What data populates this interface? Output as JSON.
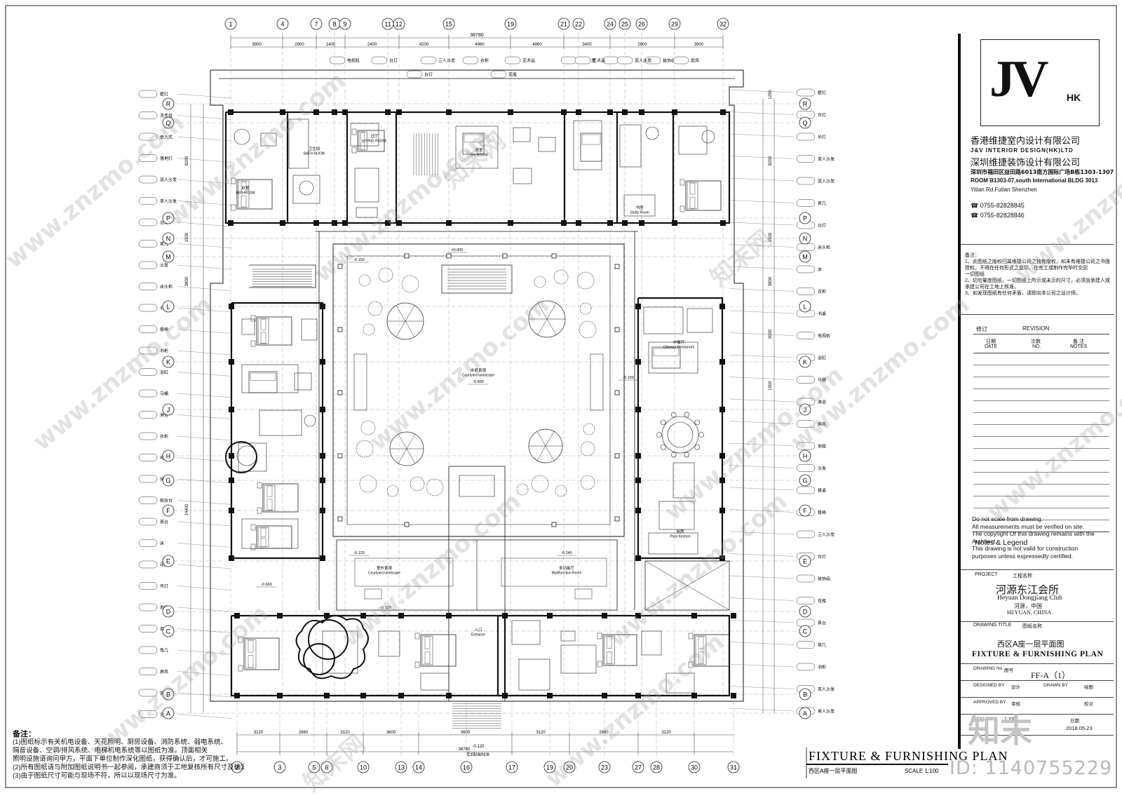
{
  "grid": {
    "top_axes": [
      "1",
      "4",
      "7",
      "8",
      "9",
      "11",
      "12",
      "15",
      "19",
      "21",
      "22",
      "24",
      "25",
      "26",
      "29",
      "32"
    ],
    "bottom_axes": [
      "2",
      "3",
      "5",
      "6",
      "10",
      "13",
      "14",
      "16",
      "17",
      "19",
      "20",
      "23",
      "27",
      "28",
      "30",
      "31"
    ],
    "row_axes": [
      "R",
      "Q",
      "P",
      "N",
      "M",
      "L",
      "K",
      "J",
      "H",
      "G",
      "F",
      "E",
      "D",
      "C",
      "B",
      "A"
    ],
    "overall_dim": "38780",
    "top_dims": [
      "3900",
      "2900",
      "1400",
      "2400",
      "4200",
      "4960",
      "4960",
      "3400",
      "2900",
      "3900"
    ],
    "bottom_dims": [
      "3120",
      "2880",
      "3120",
      "3600",
      "3600",
      "3120",
      "2880",
      "3120"
    ],
    "bottom_total": "38780",
    "left_dims": [
      "8200",
      "1500",
      "3800",
      "14400"
    ],
    "right_dims": [
      "1250",
      "8200",
      "1500",
      "3800",
      "2000",
      "1900"
    ]
  },
  "rooms": [
    {
      "cn": "卫生间",
      "en": "BATH ROOM"
    },
    {
      "cn": "卧室",
      "en": "BED ROOM"
    },
    {
      "cn": "茶室",
      "en": "Tea ROOM"
    },
    {
      "cn": "过厅",
      "en": "LIVING ROOM"
    },
    {
      "cn": "书房",
      "en": "Study Room"
    },
    {
      "cn": "中庭景观",
      "en": "Courtyard landscape"
    },
    {
      "cn": "中餐厅",
      "en": "Chinese Restaurant"
    },
    {
      "cn": "厨房",
      "en": "Pass Kitchen"
    },
    {
      "cn": "室外景观",
      "en": "Courtyard landscape"
    },
    {
      "cn": "多功能厅",
      "en": "Multifunction Room"
    },
    {
      "cn": "入口",
      "en": "Entrance"
    }
  ],
  "levels": [
    "±0.000",
    "-0.600",
    "-0.150",
    "-0.120",
    "-0.240"
  ],
  "entrance_label": "Entrance",
  "entrance_level": "-0.120",
  "tags_left": [
    "壁灯",
    "洗手盆",
    "嵌入式",
    "落地灯",
    "双人沙发",
    "单人沙发",
    "台灯",
    "茶几",
    "沙发",
    "床头柜",
    "书桌",
    "餐椅",
    "书柜",
    "浴缸",
    "马桶",
    "淋浴",
    "衣柜",
    "电视机",
    "储物柜",
    "梳妆台",
    "茶台",
    "床",
    "花几",
    "吊灯",
    "地毯",
    "条案",
    "角几",
    "屏风",
    "玄关柜",
    "浴室柜"
  ],
  "tags_right": [
    "壁灯",
    "台灯",
    "吊灯",
    "单人沙发",
    "双人沙发",
    "茶几",
    "台灯",
    "床头柜",
    "床",
    "衣柜",
    "书桌",
    "电视机",
    "浴缸",
    "马桶",
    "淋浴",
    "屏风",
    "地毯",
    "沙发",
    "餐桌",
    "餐椅",
    "三人沙发",
    "台灯",
    "装饰画",
    "花瓶",
    "茶台",
    "茶几",
    "书柜",
    "双人沙发",
    "单人沙发"
  ],
  "tags_top": [
    "电视机",
    "台灯",
    "三人沙发",
    "衣柜",
    "艺术品",
    "单人沙发",
    "茶几",
    "装饰画",
    "艺术品",
    "双人沙发",
    "屏风",
    "台灯",
    "花瓶"
  ],
  "title_block": {
    "logo": "JV",
    "logo_sub": "HK",
    "company_cn_hk": "香港维捷室内设计有限公司",
    "company_en": "J&V INTERIOR DESIGN(HK)LTD",
    "company_cn_sz": "深圳维捷装饰设计有限公司",
    "address_cn": "深圳市福田区益田路6013南方国际广场B栋1303-1307",
    "address_en1": "ROOM B1303-07,south International BLDG 3013",
    "address_en2": "Yitian Rd.Futian Shenzhen",
    "tel": "0755-82828845",
    "fax": "0755-82828846",
    "notes_head": "备注：",
    "notes_lines": [
      "1、此图纸之版权归属维捷公司之独有版权，如未有维捷公司之书面",
      "   授权，不得在任何形式之复印，在完工或制作完毕时交回",
      "   一切图纸",
      "2、切勿量度图纸，一切图纸上所示或未示的尺寸，必须由承建人或",
      "   承建公司在工地上核准。",
      "3、如发现图纸有任何矛盾，请即向本公司之设计师。"
    ],
    "revision_label_cn": "修订",
    "revision_label_en": "REVISION",
    "rev_col1_cn": "日期",
    "rev_col1_en": "DATE",
    "rev_col2_cn": "次数",
    "rev_col2_en": "NO.",
    "rev_col3_cn": "备 注",
    "rev_col3_en": "NOTES",
    "notes_legend_title": "Notes & Legend",
    "notes_legend": [
      "Do not scale from drawing.",
      "All measurements must be verified on site.",
      "The copyright Of this drawing remains with the",
      "Architect.",
      "This drawing is not valid for construction",
      "purposes unless expressedly certified."
    ],
    "project_label": "PROJECT",
    "project_label_cn": "工程名称",
    "project_cn": "河源东江会所",
    "project_en": "Heyuan Dongjiang Club",
    "location_cn": "河源，中国",
    "location_en": "HEYUAN, CHINA",
    "drawing_title_label": "DRAWING TITLE",
    "drawing_title_label_cn": "图纸名称",
    "drawing_title_cn": "西区A座一层平面图",
    "drawing_title_en": "FIXTURE & FURNISHING PLAN",
    "drawing_no_label": "DRAWING No",
    "drawing_no_label_cn": "图号",
    "drawing_no": "FF-A（1）",
    "designed_by_label": "DESIGNED BY",
    "designed_by_cn": "设计",
    "drawn_by_label": "DRAWN BY",
    "drawn_by_cn": "绘图",
    "approved_label": "APPROVED BY",
    "approved_cn": "审核",
    "checked_cn": "校对",
    "scale_label": "SCALE",
    "scale_value": "1:100",
    "date_cn": "日期",
    "date_value": "2018.05.23"
  },
  "plan_caption": "FIXTURE & FURNISHING PLAN",
  "plan_caption_sub": "西区A座一层平面图",
  "plan_scale": "SCALE 1:100",
  "bottom_notes_head": "备注：",
  "bottom_notes": [
    "(1)图纸标示有关机电设备、天花照明、厨房设备、消防系统、弱电系统、",
    "   隔音设备、空调/排风系统、电梯机电系统等以图纸为准。顶面相关",
    "   照明设施请询问甲方，平面下单位制作深化图纸，获得确认后，才可施工。",
    "(2)所有图纸请与附加图纸说明书一起参阅，承建商须于工地复核所有尺寸及确定数量。",
    "(3)由于图纸尺寸可能与现场不符，所以以现场尺寸为准。"
  ],
  "watermarks": [
    "www.znzmo.com",
    "知末网"
  ],
  "watermark_brand": "知末",
  "watermark_id": "ID: 1140755229"
}
